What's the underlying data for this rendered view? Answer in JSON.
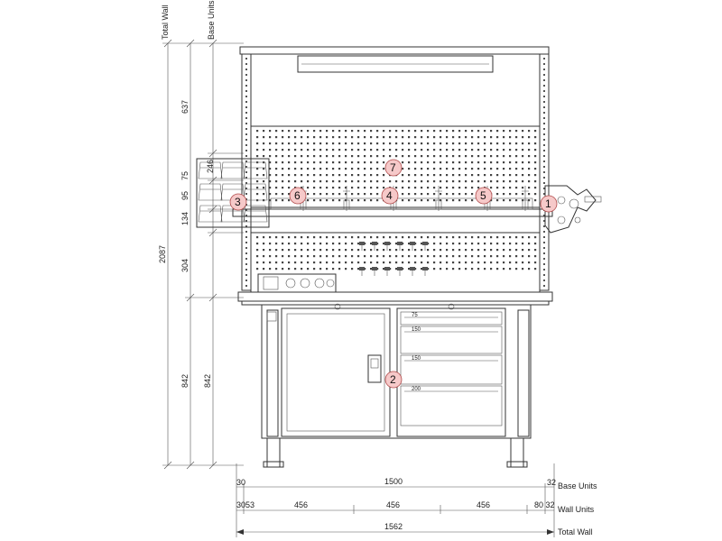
{
  "vertical_dims": {
    "total_wall_label": "Total Wall",
    "base_units_label": "Base Units",
    "total_wall_value": "2087",
    "base_units_value_left": "842",
    "base_units_value_right": "842",
    "segment_top": "637",
    "segment_a": "75",
    "segment_b": "95",
    "segment_c": "134",
    "segment_d": "304",
    "bin_label": "246"
  },
  "horizontal_dims": {
    "base_units_label": "Base Units",
    "wall_units_label": "Wall Units",
    "total_wall_label": "Total Wall",
    "base_left": "30",
    "base_mid": "1500",
    "base_right": "32",
    "wall_left": "3053",
    "wall_1": "456",
    "wall_2": "456",
    "wall_3": "456",
    "wall_right": "80 32",
    "total": "1562"
  },
  "drawers": [
    "75",
    "150",
    "150",
    "200"
  ],
  "callouts": [
    "1",
    "2",
    "3",
    "4",
    "5",
    "6",
    "7"
  ]
}
